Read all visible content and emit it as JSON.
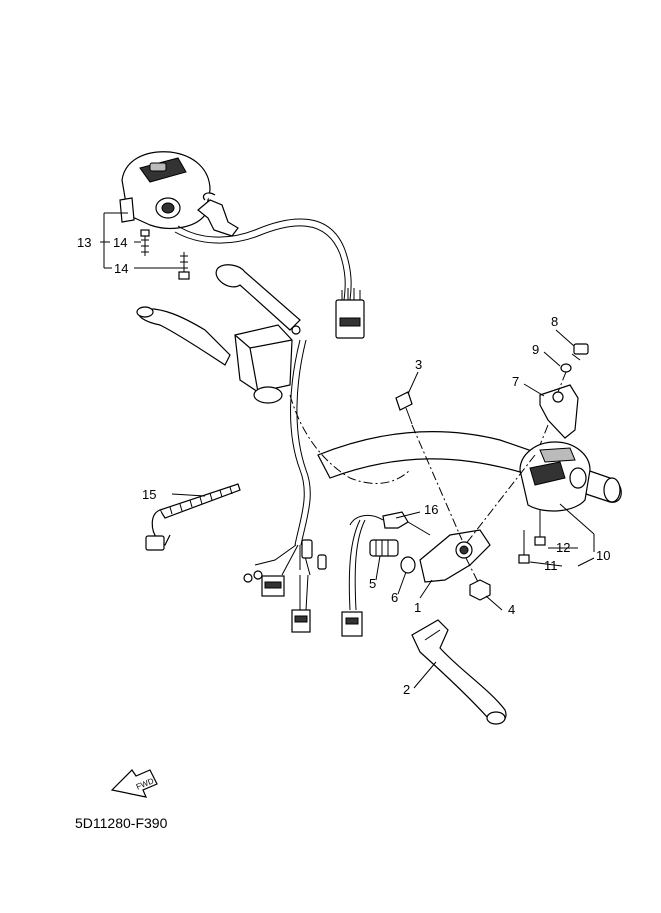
{
  "callouts": {
    "c1": "1",
    "c2": "2",
    "c3": "3",
    "c4": "4",
    "c5": "5",
    "c6": "6",
    "c7": "7",
    "c8": "8",
    "c9": "9",
    "c10": "10",
    "c11": "11",
    "c12": "12",
    "c13": "13",
    "c14a": "14",
    "c14b": "14",
    "c15": "15",
    "c16": "16"
  },
  "fwd_label": "FWD",
  "diagram_code": "5D11280-F390",
  "colors": {
    "line": "#000000",
    "background": "#ffffff",
    "shade": "#333333"
  }
}
